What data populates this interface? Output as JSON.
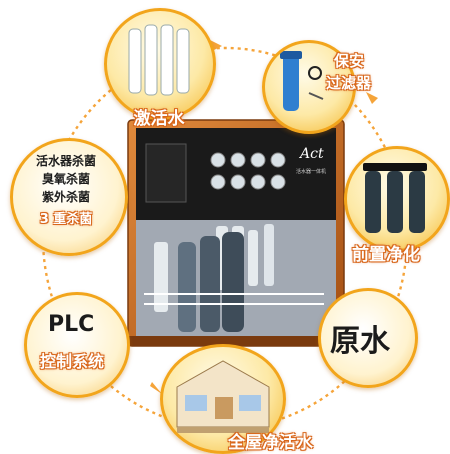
{
  "nodes": {
    "activated_water": {
      "label": "激活水"
    },
    "security_filter": {
      "label_line1": "保安",
      "label_line2": "过滤器"
    },
    "pre_purification": {
      "label": "前置净化"
    },
    "raw_water": {
      "label": "原水"
    },
    "whole_house": {
      "label": "全屋净活水"
    },
    "plc": {
      "title": "PLC",
      "label": "控制系统"
    },
    "sterilization": {
      "line1": "活水器杀菌",
      "line2": "臭氧杀菌",
      "line3": "紫外杀菌",
      "line4": "3 重杀菌"
    }
  },
  "machine": {
    "brand": "Act",
    "subtitle": "活水器一体机"
  },
  "colors": {
    "accent": "#f2a51c",
    "label_outline": "#d8661b",
    "cabinet": "#c9661c"
  }
}
